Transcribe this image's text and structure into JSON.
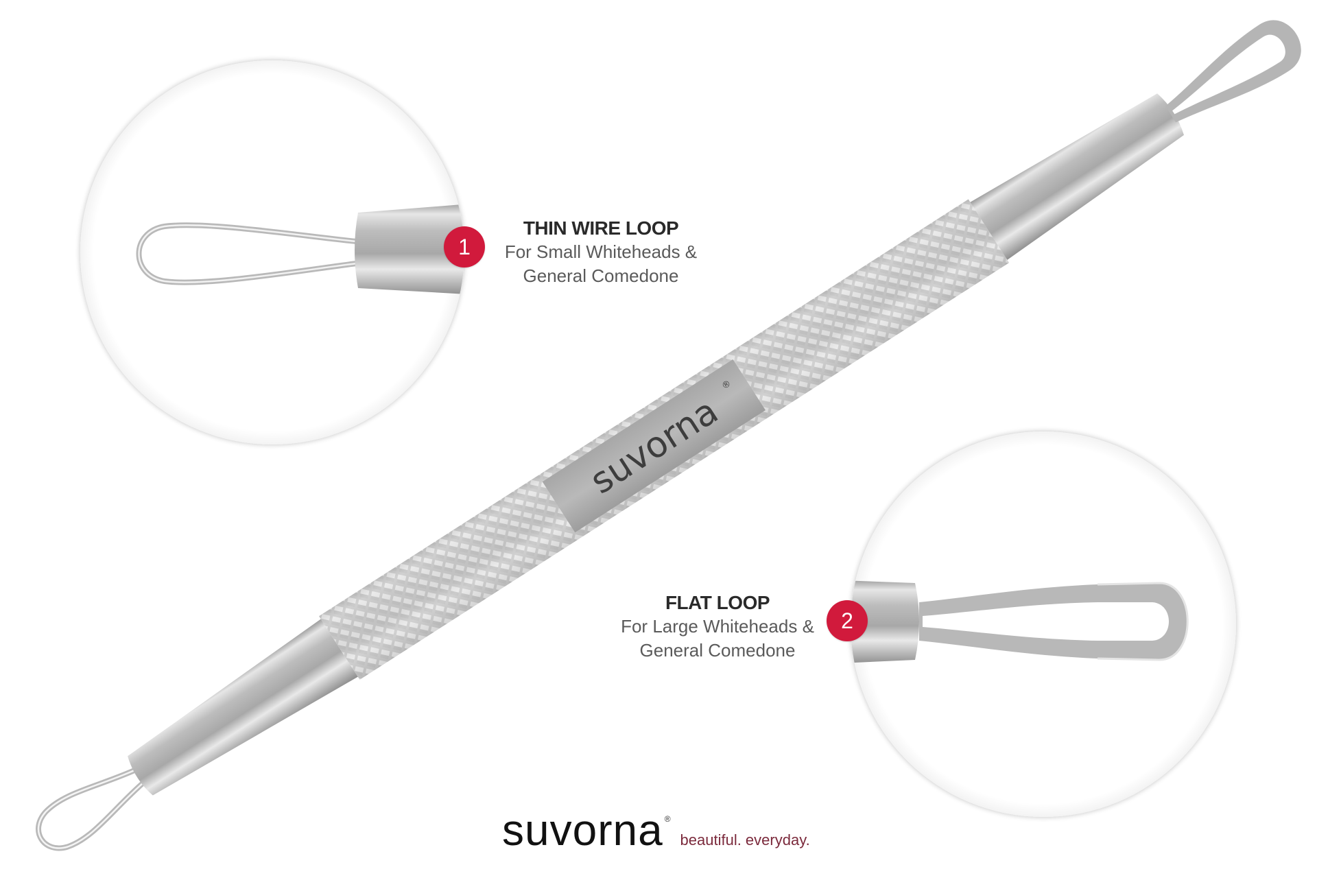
{
  "brand": {
    "name": "suvorna",
    "registered_mark": "®",
    "tagline": "beautiful. everyday.",
    "accent_color": "#d11a3c",
    "tagline_color": "#7b2a3c"
  },
  "product": {
    "handle_engraving": "suvorna",
    "handle_engraving_mark": "®"
  },
  "callouts": [
    {
      "number": "1",
      "title": "THIN WIRE LOOP",
      "desc_line1": "For Small Whiteheads &",
      "desc_line2": "General Comedone"
    },
    {
      "number": "2",
      "title": "FLAT LOOP",
      "desc_line1": "For Large Whiteheads &",
      "desc_line2": "General Comedone"
    }
  ]
}
